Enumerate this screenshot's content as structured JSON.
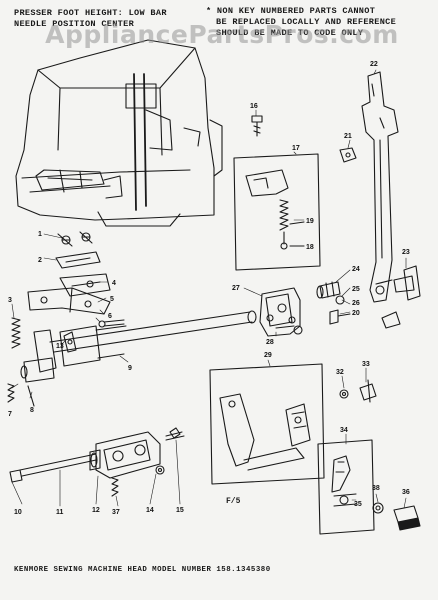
{
  "header": {
    "left_line1": "PRESSER FOOT HEIGHT: LOW BAR",
    "left_line2": "NEEDLE POSITION CENTER",
    "right_line1": "* NON KEY NUMBERED PARTS CANNOT",
    "right_line2": "BE REPLACED LOCALLY AND REFERENCE",
    "right_line3": "SHOULD BE MADE TO CODE ONLY"
  },
  "watermark": "AppliancePartsPros.com",
  "figure_label": "F/5",
  "footer": "KENMORE SEWING MACHINE HEAD MODEL NUMBER 158.1345380",
  "part_labels": [
    "1",
    "2",
    "3",
    "4",
    "5",
    "6",
    "7",
    "8",
    "9",
    "10",
    "11",
    "12",
    "13",
    "14",
    "15",
    "16",
    "17",
    "18",
    "19",
    "20",
    "21",
    "22",
    "23",
    "24",
    "25",
    "26",
    "27",
    "28",
    "29",
    "32",
    "33",
    "34",
    "35",
    "36",
    "37",
    "38"
  ],
  "colors": {
    "ink": "#1a1a1a",
    "paper": "#f4f4f2",
    "watermark": "#969696"
  }
}
